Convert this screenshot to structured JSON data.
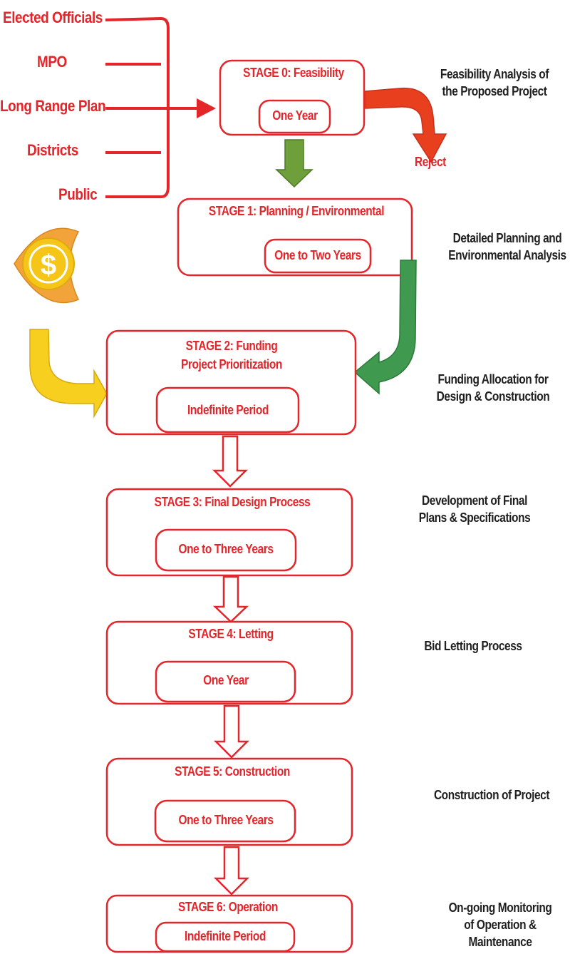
{
  "colors": {
    "accent_red": "#e4252a",
    "green": "#4a9a57",
    "arrow_yellow": "#f7cf1f",
    "coin_yellow": "#f5c518",
    "coin_orange": "#f2a33a",
    "reject_red": "#e8401f",
    "text_dark": "#1f1f1f"
  },
  "sources": [
    "Elected Officials",
    "MPO",
    "Long Range Plan",
    "Districts",
    "Public"
  ],
  "reject_label": "Reject",
  "stages": [
    {
      "title": "STAGE 0:  Feasibility",
      "duration": "One Year",
      "description": "Feasibility Analysis of\nthe Proposed Project"
    },
    {
      "title": "STAGE 1: Planning / Environmental",
      "duration": "One to Two Years",
      "description": "Detailed Planning and\nEnvironmental Analysis"
    },
    {
      "title": "STAGE 2: Funding\nProject Prioritization",
      "duration": "Indefinite Period",
      "description": "Funding Allocation for\nDesign & Construction"
    },
    {
      "title": "STAGE 3: Final Design Process",
      "duration": "One to Three Years",
      "description": "Development of Final\nPlans & Specifications"
    },
    {
      "title": "STAGE 4: Letting",
      "duration": "One Year",
      "description": "Bid Letting Process"
    },
    {
      "title": "STAGE 5: Construction",
      "duration": "One to Three Years",
      "description": "Construction of Project"
    },
    {
      "title": "STAGE 6: Operation",
      "duration": "Indefinite Period",
      "description": "On-going Monitoring\nof Operation &\nMaintenance"
    }
  ],
  "icons": {
    "funding": "dollar-coin-icon"
  }
}
